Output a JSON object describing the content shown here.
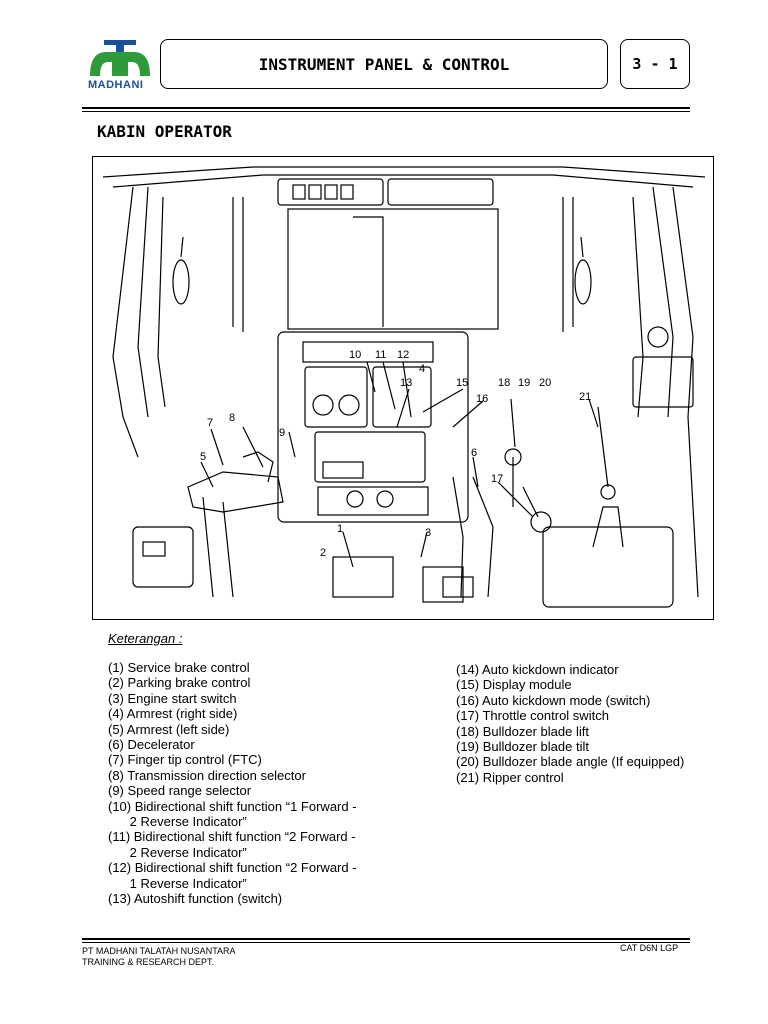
{
  "header": {
    "logo_text": "MADHANI",
    "title": "INSTRUMENT PANEL & CONTROL",
    "page": "3 - 1"
  },
  "section_title": "KABIN OPERATOR",
  "diagram": {
    "callouts": [
      "1",
      "2",
      "3",
      "4",
      "5",
      "6",
      "7",
      "8",
      "9",
      "10",
      "11",
      "12",
      "13",
      "15",
      "16",
      "17",
      "18",
      "19",
      "20",
      "21"
    ]
  },
  "legend": {
    "title": "Keterangan :",
    "left": [
      "(1) Service brake control",
      "(2) Parking brake control",
      "(3) Engine start switch",
      "(4) Armrest (right side)",
      "(5) Armrest (left side)",
      "(6) Decelerator",
      "(7) Finger tip control (FTC)",
      "(8) Transmission direction selector",
      "(9) Speed range selector",
      "(10) Bidirectional shift function “1 Forward -",
      "      2 Reverse Indicator”",
      "(11) Bidirectional shift function “2 Forward -",
      "      2 Reverse Indicator”",
      "(12) Bidirectional shift function “2 Forward -",
      "      1 Reverse Indicator”",
      "(13) Autoshift function (switch)"
    ],
    "right": [
      "(14) Auto kickdown indicator",
      "(15) Display module",
      "(16) Auto kickdown mode (switch)",
      "(17) Throttle control switch",
      "(18) Bulldozer blade lift",
      "(19) Bulldozer blade tilt",
      "(20) Bulldozer blade angle (If equipped)",
      "(21) Ripper control"
    ]
  },
  "footer": {
    "company": "PT MADHANI TALATAH NUSANTARA",
    "dept": "TRAINING & RESEARCH DEPT.",
    "model": "CAT D6N LGP"
  }
}
